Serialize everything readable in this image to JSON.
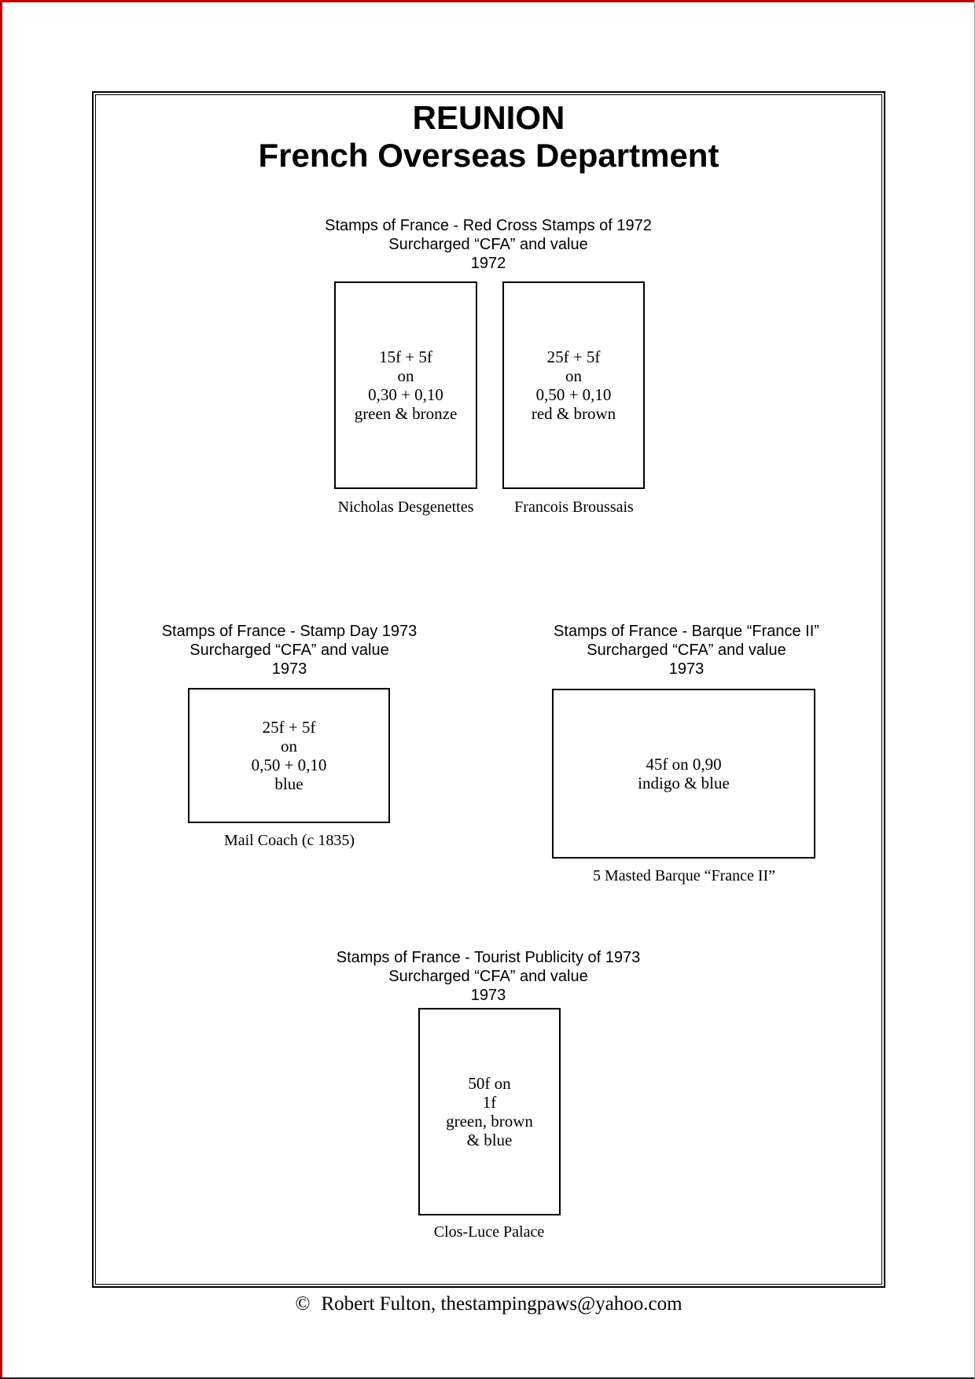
{
  "page": {
    "title": "REUNION",
    "subtitle": "French Overseas Department",
    "accent_edge_color": "#c00000",
    "footer": {
      "copyright": "©",
      "credit": "Robert Fulton, thestampingpaws@yahoo.com"
    }
  },
  "sections": [
    {
      "id": "red-cross-1972",
      "header": [
        "Stamps of France - Red Cross Stamps of 1972",
        "Surcharged “CFA” and value",
        "1972"
      ],
      "stamps": [
        {
          "lines": [
            "15f + 5f",
            "on",
            "0,30 + 0,10",
            "green & bronze"
          ],
          "caption": "Nicholas Desgenettes"
        },
        {
          "lines": [
            "25f + 5f",
            "on",
            "0,50 + 0,10",
            "red & brown"
          ],
          "caption": "Francois Broussais"
        }
      ]
    },
    {
      "id": "stamp-day-1973",
      "header": [
        "Stamps of France - Stamp Day 1973",
        "Surcharged “CFA” and value",
        "1973"
      ],
      "stamps": [
        {
          "lines": [
            "25f + 5f",
            "on",
            "0,50 + 0,10",
            "blue"
          ],
          "caption": "Mail Coach (c 1835)"
        }
      ]
    },
    {
      "id": "barque-france-ii-1973",
      "header": [
        "Stamps of France - Barque “France II”",
        "Surcharged “CFA” and value",
        "1973"
      ],
      "stamps": [
        {
          "lines": [
            "45f on 0,90",
            "indigo & blue"
          ],
          "caption": "5 Masted Barque “France II”"
        }
      ]
    },
    {
      "id": "tourist-publicity-1973",
      "header": [
        "Stamps of France - Tourist Publicity of 1973",
        "Surcharged “CFA” and value",
        "1973"
      ],
      "stamps": [
        {
          "lines": [
            "50f on",
            "1f",
            "green, brown",
            "& blue"
          ],
          "caption": "Clos-Luce Palace"
        }
      ]
    }
  ]
}
